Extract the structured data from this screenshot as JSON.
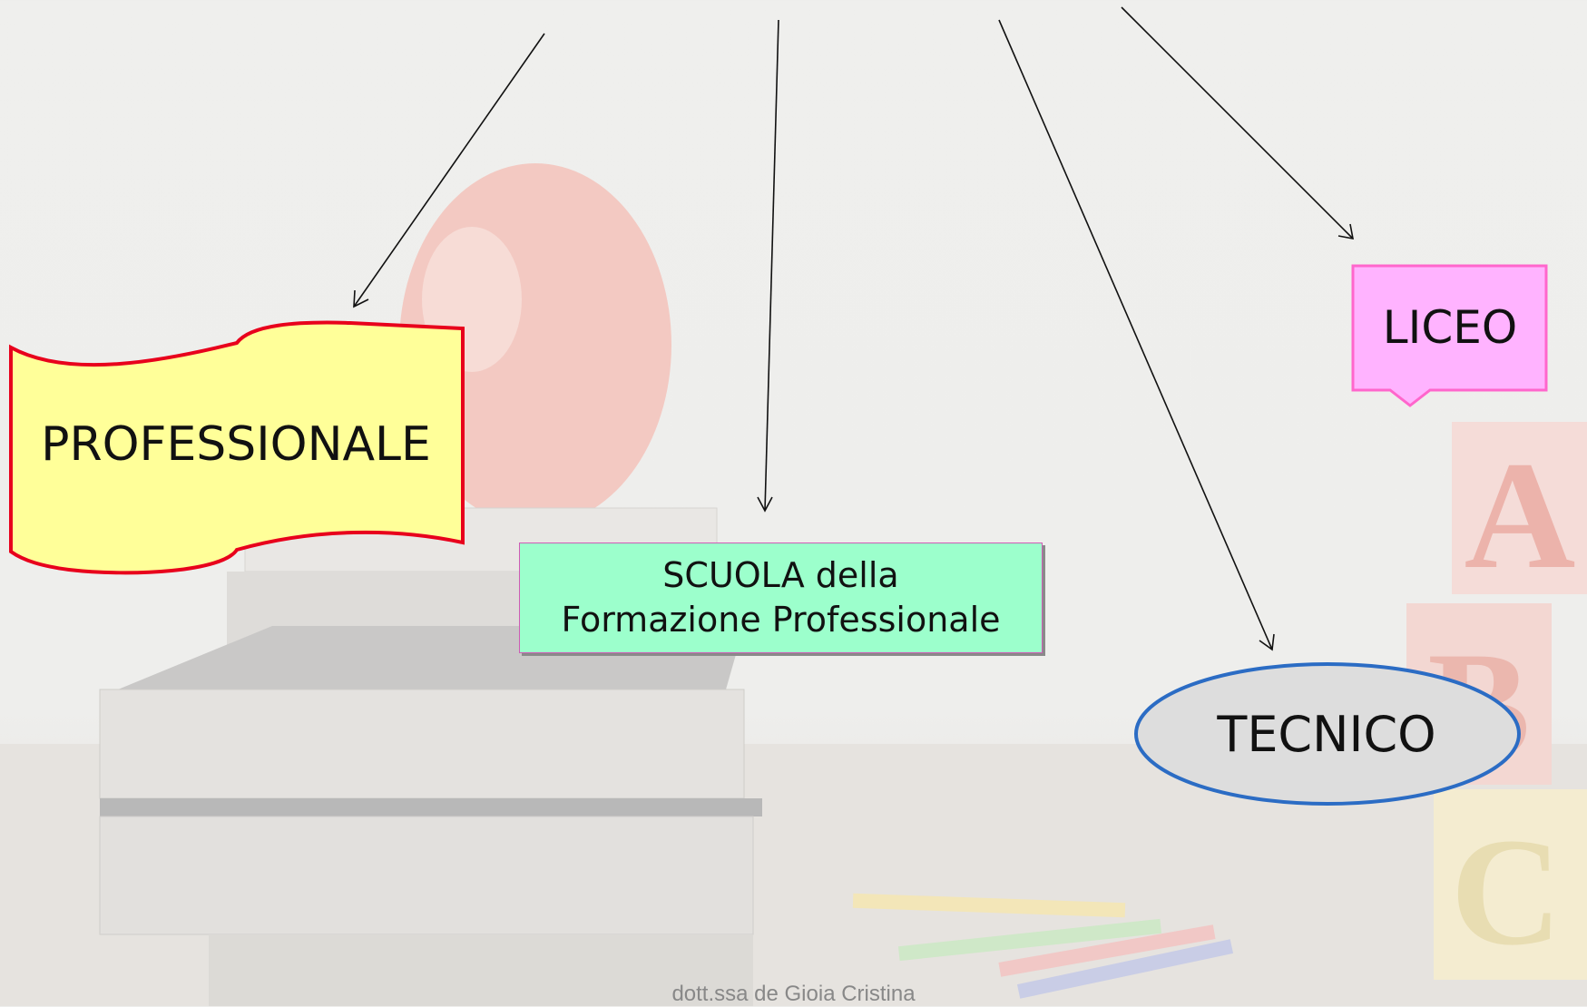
{
  "diagram": {
    "nodes": {
      "professionale": {
        "label": "PROFESSIONALE"
      },
      "sfp": {
        "line1": "SCUOLA della",
        "line2": "Formazione Professionale"
      },
      "liceo": {
        "label": "LICEO"
      },
      "tecnico": {
        "label": "TECNICO"
      }
    },
    "colors": {
      "professionale_fill": "#ffff99",
      "professionale_border": "#e8001c",
      "sfp_fill": "#9cffcc",
      "liceo_fill": "#ffb3ff",
      "liceo_border": "#ff66cc",
      "tecnico_fill": "#dddddd",
      "tecnico_border": "#2b6cc4"
    }
  },
  "footer": {
    "author": "dott.ssa de Gioia Cristina"
  }
}
